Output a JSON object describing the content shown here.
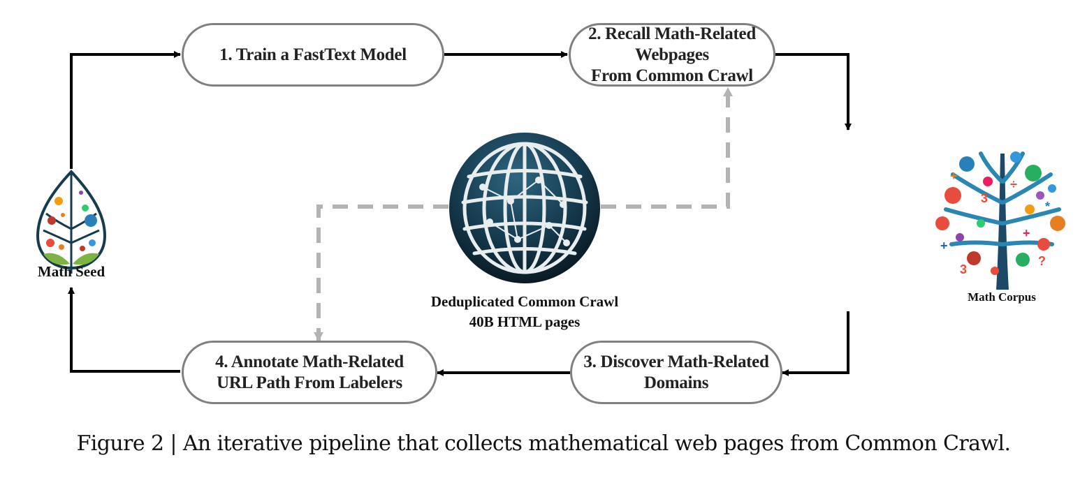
{
  "figure": {
    "caption": "Figure 2 | An iterative pipeline that collects mathematical web pages from Common Crawl.",
    "nodes": {
      "step1": {
        "label": "1. Train a FastText Model"
      },
      "step2": {
        "label": "2. Recall Math-Related Webpages\nFrom Common Crawl"
      },
      "step3": {
        "label": "3. Discover Math-Related Domains"
      },
      "step4": {
        "label": "4. Annotate Math-Related\nURL Path From Labelers"
      }
    },
    "images": {
      "math_seed": {
        "label": "Math Seed",
        "icon": "leaf-tree-icon"
      },
      "math_corpus": {
        "label": "Math Corpus",
        "icon": "math-tree-icon"
      },
      "common_crawl": {
        "label": "Deduplicated Common Crawl\n40B HTML pages",
        "icon": "globe-network-icon"
      }
    },
    "edges": [
      {
        "from": "Math Seed",
        "to": "1. Train a FastText Model",
        "style": "solid"
      },
      {
        "from": "1. Train a FastText Model",
        "to": "2. Recall Math-Related Webpages From Common Crawl",
        "style": "solid"
      },
      {
        "from": "2. Recall Math-Related Webpages From Common Crawl",
        "to": "Math Corpus",
        "style": "solid"
      },
      {
        "from": "Math Corpus",
        "to": "3. Discover Math-Related Domains",
        "style": "solid"
      },
      {
        "from": "3. Discover Math-Related Domains",
        "to": "4. Annotate Math-Related URL Path From Labelers",
        "style": "solid"
      },
      {
        "from": "4. Annotate Math-Related URL Path From Labelers",
        "to": "Math Seed",
        "style": "solid"
      },
      {
        "from": "Deduplicated Common Crawl",
        "to": "2. Recall Math-Related Webpages From Common Crawl",
        "style": "dashed"
      },
      {
        "from": "Deduplicated Common Crawl",
        "to": "4. Annotate Math-Related URL Path From Labelers",
        "style": "dashed"
      }
    ],
    "colors": {
      "solid_arrow": "#000000",
      "dashed_arrow": "#b3b3b3",
      "box_border": "#808080",
      "globe_dark": "#0f2a3a",
      "globe_light": "#2b5a72"
    }
  }
}
